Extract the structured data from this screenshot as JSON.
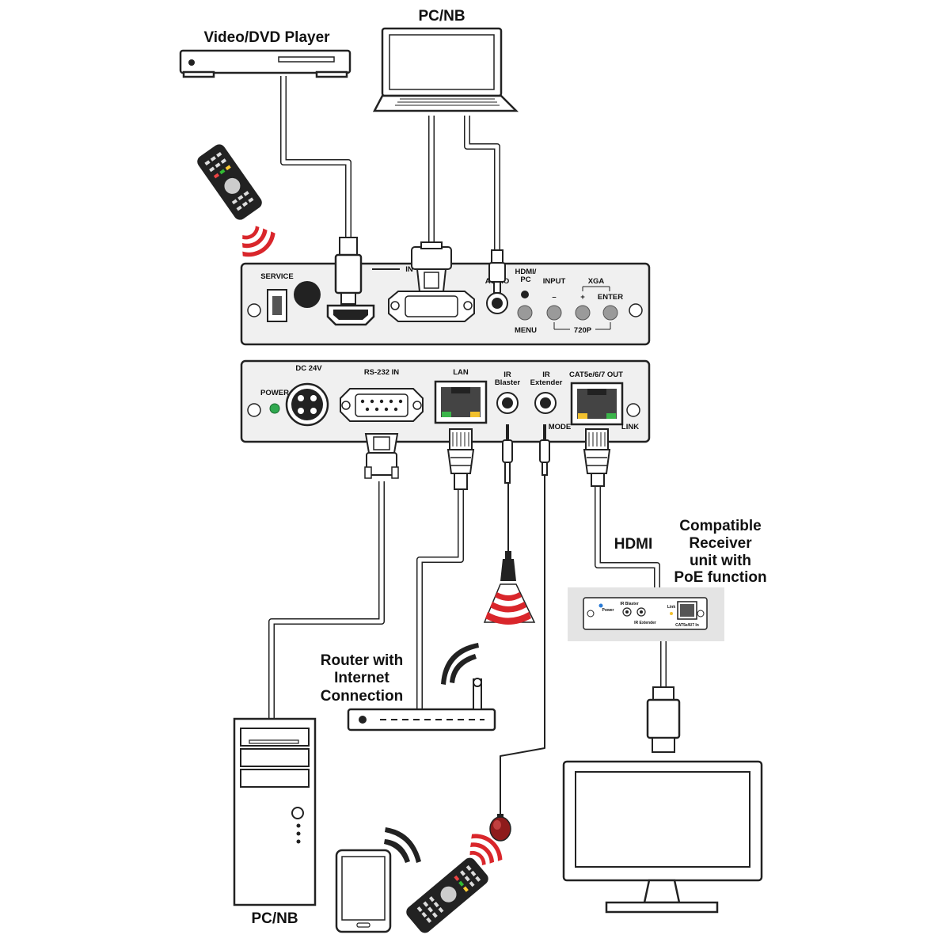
{
  "labels": {
    "dvd_player": "Video/DVD Player",
    "pc_nb_top": "PC/NB",
    "router": [
      "Router with",
      "Internet",
      "Connection"
    ],
    "hdmi": "HDMI",
    "receiver": [
      "Compatible",
      "Receiver",
      "unit with",
      "PoE function"
    ],
    "pc_nb_bottom": "PC/NB"
  },
  "front_panel": {
    "service": "SERVICE",
    "input_group": "IN",
    "audio": "AUDIO",
    "hdmi_pc": [
      "HDMI/",
      "PC"
    ],
    "input": "INPUT",
    "minus": "–",
    "plus": "+",
    "xga": "XGA",
    "enter": "ENTER",
    "menu": "MENU",
    "p720": "720P"
  },
  "rear_panel": {
    "dc24v": "DC 24V",
    "power": "POWER",
    "rs232": "RS-232 IN",
    "lan": "LAN",
    "ir_blaster": [
      "IR",
      "Blaster"
    ],
    "ir_extender": [
      "IR",
      "Extender"
    ],
    "cat_out": "CAT5e/6/7 OUT",
    "mode": "MODE",
    "link": "LINK"
  },
  "receiver_panel": {
    "power": "Power",
    "ir_blaster": "IR Blaster",
    "ir_extender": "IR Extender",
    "link": "Link",
    "cat": "CAT5e/6/7 In"
  },
  "colors": {
    "ir_red": "#d9262b",
    "power_led": "#2fa84f",
    "panel_fill": "#f0f0f0",
    "receiver_bg": "#e4e4e4"
  }
}
